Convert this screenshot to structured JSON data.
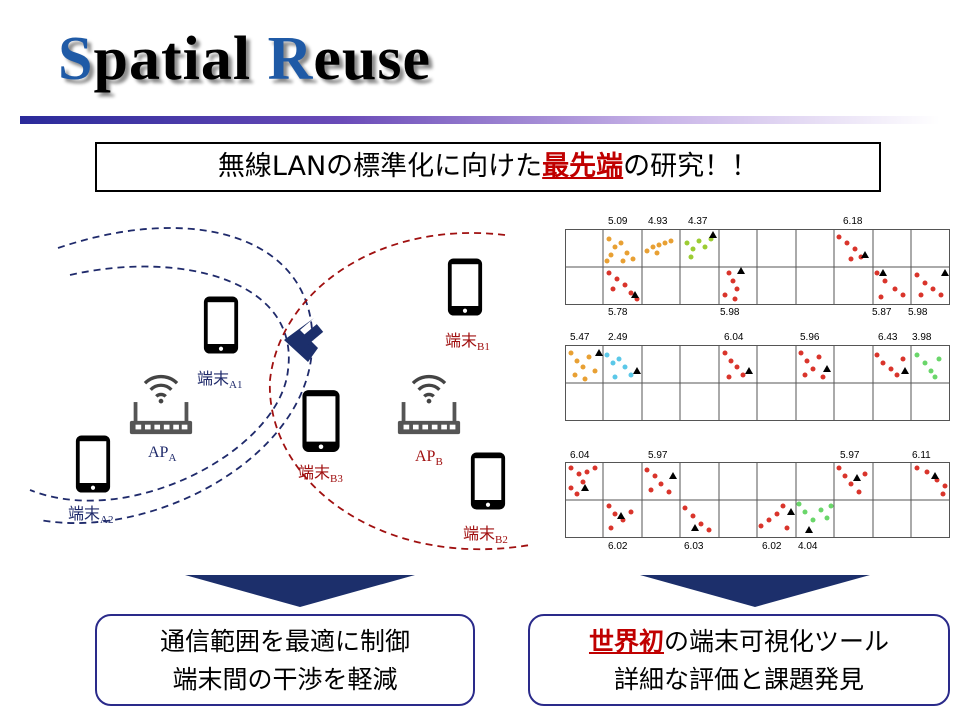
{
  "title": {
    "s": "S",
    "patial": "patial ",
    "r": "R",
    "euse": "euse"
  },
  "subtitle": {
    "pre": "無線LANの標準化に向けた",
    "highlight": "最先端",
    "post": "の研究！！"
  },
  "colors": {
    "accent": "#1f5aa6",
    "navy": "#1f2a6b",
    "red": "#c00000",
    "arrow": "#1c2f6b"
  },
  "diagram": {
    "ap_a": {
      "main": "AP",
      "sub": "A"
    },
    "ap_b": {
      "main": "AP",
      "sub": "B"
    },
    "term_a1": {
      "main": "端末",
      "sub": "A1"
    },
    "term_a2": {
      "main": "端末",
      "sub": "A2"
    },
    "term_b1": {
      "main": "端末",
      "sub": "B1"
    },
    "term_b2": {
      "main": "端末",
      "sub": "B2"
    },
    "term_b3": {
      "main": "端末",
      "sub": "B3"
    }
  },
  "viz": {
    "p1": {
      "top": [
        "5.09",
        "4.93",
        "4.37",
        "6.18"
      ],
      "bottom": [
        "5.78",
        "5.98",
        "5.87",
        "5.98"
      ]
    },
    "p2": {
      "top": [
        "5.47",
        "2.49",
        "6.04",
        "5.96",
        "6.43",
        "3.98"
      ]
    },
    "p3": {
      "top": [
        "6.04",
        "5.97",
        "5.97",
        "6.11"
      ],
      "bottom": [
        "6.02",
        "6.03",
        "6.02",
        "4.04"
      ]
    }
  },
  "left_box": {
    "line1": "通信範囲を最適に制御",
    "line2": "端末間の干渉を軽減"
  },
  "right_box": {
    "highlight": "世界初",
    "line1_rest": "の端末可視化ツール",
    "line2": "詳細な評価と課題発見"
  }
}
